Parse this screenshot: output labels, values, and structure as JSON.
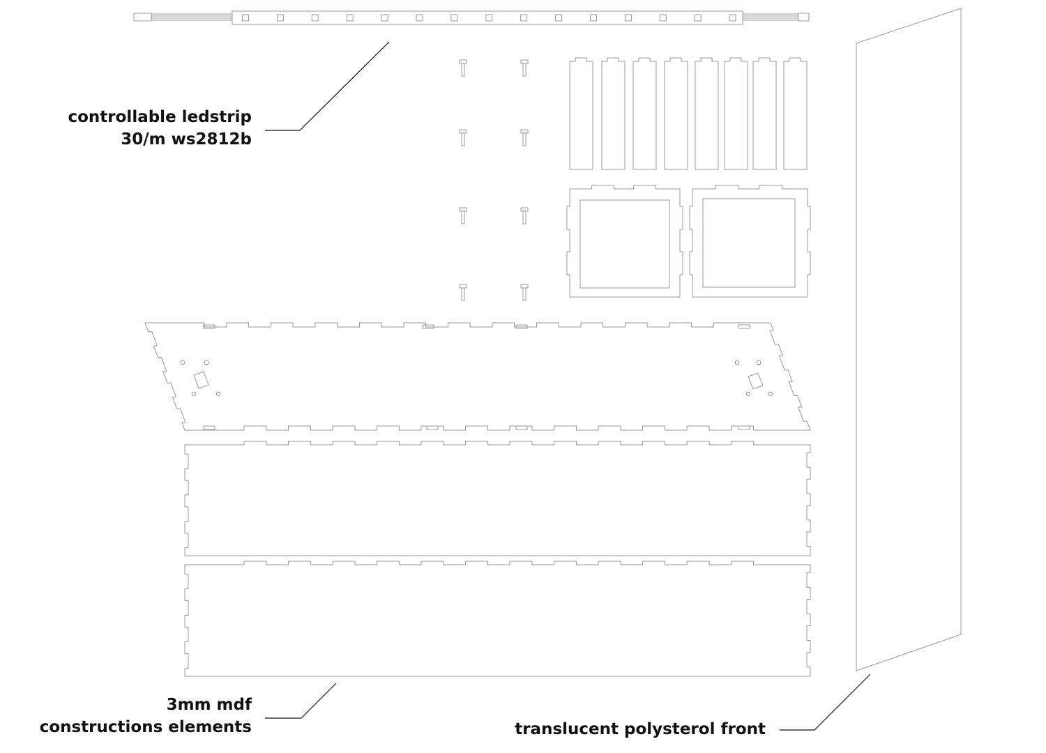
{
  "labels": {
    "ledstrip_line1": "controllable ledstrip",
    "ledstrip_line2": "30/m ws2812b",
    "mdf_line1": "3mm mdf",
    "mdf_line2": "constructions elements",
    "front": "translucent polysterol front"
  },
  "counts": {
    "leds": 15,
    "bolts": 8,
    "strips": 8,
    "frames": 2
  },
  "colors": {
    "line": "#999999",
    "text": "#111111"
  }
}
